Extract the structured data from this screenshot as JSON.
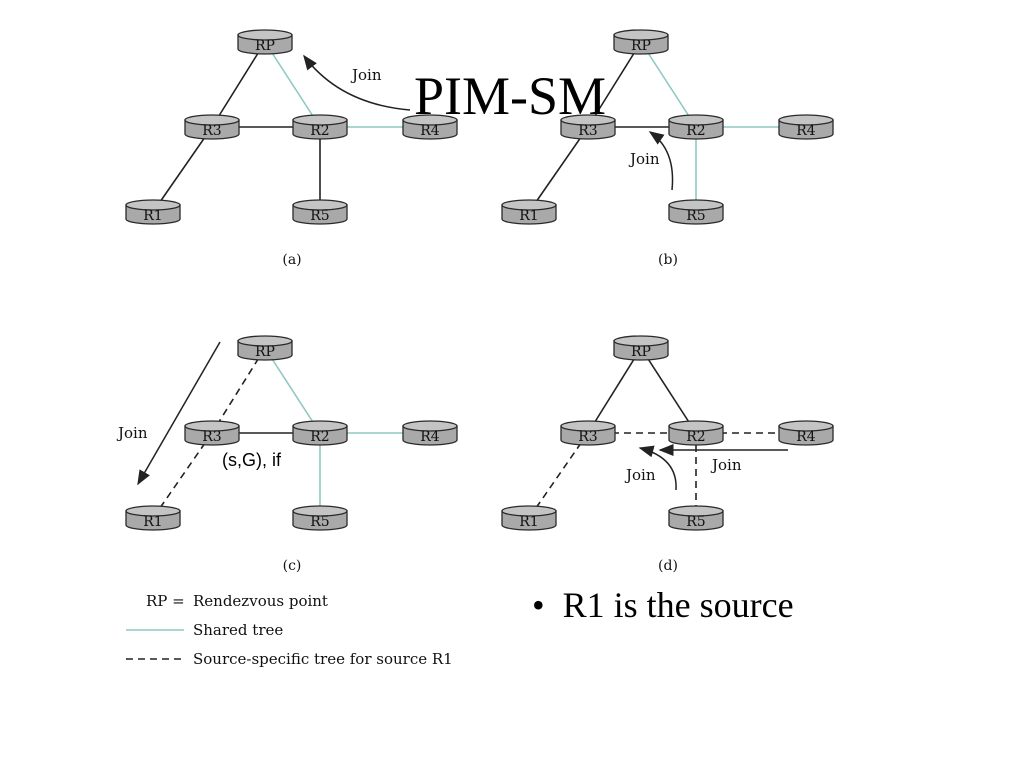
{
  "slide": {
    "title": "PIM-SM",
    "bullet": "R1 is the source",
    "annotation": "(s,G), if"
  },
  "diagrams": {
    "labels": {
      "rp": "RP",
      "r1": "R1",
      "r2": "R2",
      "r3": "R3",
      "r4": "R4",
      "r5": "R5"
    },
    "panel_captions": [
      "(a)",
      "(b)",
      "(c)",
      "(d)"
    ],
    "join_label": "Join"
  },
  "legend": {
    "rp_key": "RP =",
    "rp_text": "Rendezvous point",
    "shared_text": "Shared tree",
    "source_text": "Source-specific tree for source R1"
  },
  "colors": {
    "router_fill": "#a9a9a9",
    "router_top": "#c4c4c4",
    "router_stroke": "#2a2a2a",
    "shared_tree": "#8fc9c2",
    "black_link": "#222222"
  }
}
